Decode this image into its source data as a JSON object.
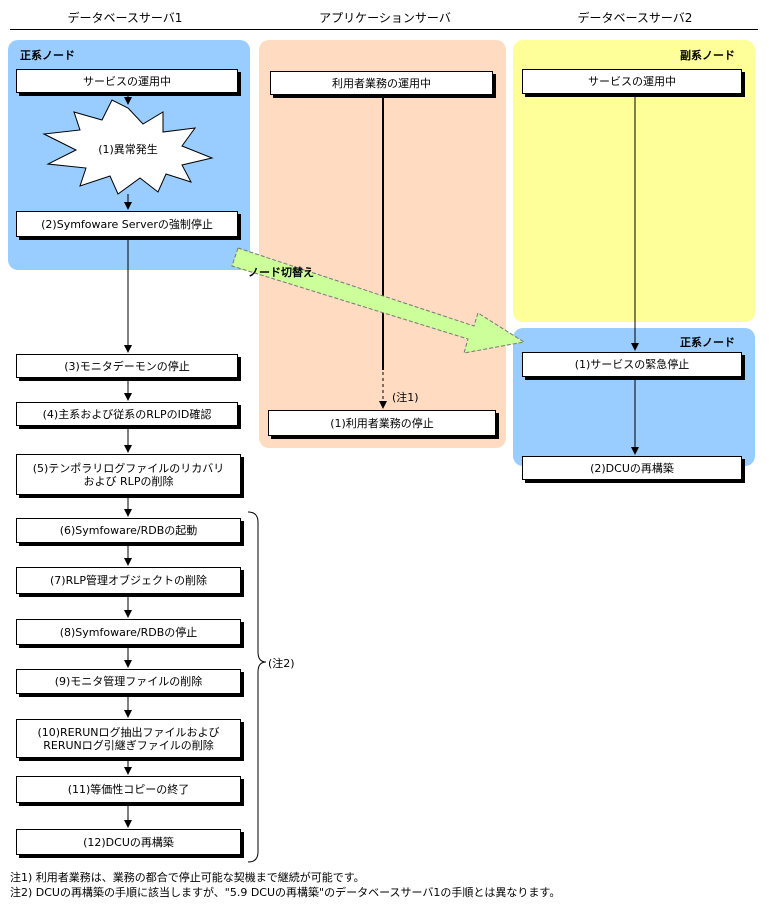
{
  "columns": [
    "データベースサーバ1",
    "アプリケーションサーバ",
    "データベースサーバ2"
  ],
  "nodes": {
    "primary1": "正系ノード",
    "secondary2": "副系ノード",
    "primary2": "正系ノード"
  },
  "server1": {
    "running": "サービスの運用中",
    "error": "(1)異常発生",
    "steps": [
      "(2)Symfoware Serverの強制停止",
      "(3)モニタデーモンの停止",
      "(4)主系および従系のRLPのID確認",
      "(5)テンポラリログファイルのリカバリ",
      "および RLPの削除",
      "(6)Symfoware/RDBの起動",
      "(7)RLP管理オブジェクトの削除",
      "(8)Symfoware/RDBの停止",
      "(9)モニタ管理ファイルの削除",
      "(10)RERUNログ抽出ファイルおよび",
      "RERUNログ引継ぎファイルの削除",
      "(11)等価性コピーの終了",
      "(12)DCUの再構築"
    ],
    "brace_note": "(注2)"
  },
  "app": {
    "running": "利用者業務の運用中",
    "stop": "(1)利用者業務の停止",
    "dash_note": "(注1)"
  },
  "server2": {
    "running": "サービスの運用中",
    "emergency": "(1)サービスの緊急停止",
    "rebuild": "(2)DCUの再構築"
  },
  "switch_label": "ノード切替え",
  "footnotes": [
    "注1) 利用者業務は、業務の都合で停止可能な契機まで継続が可能です。",
    "注2) DCUの再構築の手順に該当しますが、\"5.9 DCUの再構築\"のデータベースサーバ1の手順とは異なります。"
  ],
  "colors": {
    "primary_blue": "#99ccff",
    "app_peach": "#ffdbc1",
    "secondary_yellow": "#ffff99",
    "arrow_green": "#ccff99"
  }
}
